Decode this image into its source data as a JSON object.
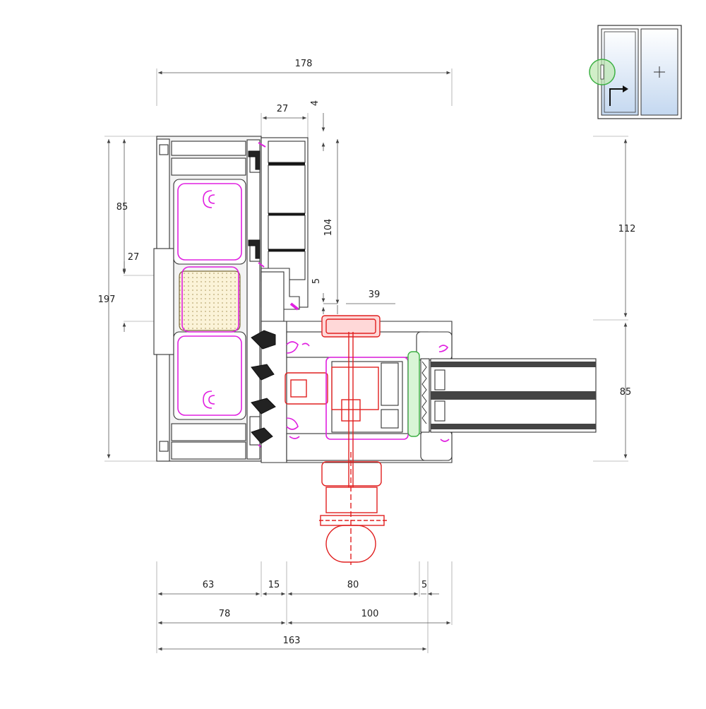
{
  "dimensions": {
    "top_overall": "178",
    "top_small_a": "27",
    "top_small_b": "4",
    "left_total": "197",
    "left_upper": "85",
    "left_small": "27",
    "mid_vertical": "104",
    "mid_gap": "5",
    "sash_offset": "39",
    "right_upper": "112",
    "right_lower": "85",
    "bottom_row1": [
      "63",
      "15",
      "80",
      "5"
    ],
    "bottom_row2": [
      "78",
      "100"
    ],
    "bottom_total": "163"
  },
  "colors": {
    "outline": "#333333",
    "gasket": "#e020e0",
    "hardware": "#e02020",
    "seal": "#3cb043",
    "glass_fill": "#d3e2f4"
  },
  "icons": [
    "sliding-window-thumbnail-icon",
    "handle-highlight-icon",
    "plus-icon",
    "arrow-icon"
  ]
}
